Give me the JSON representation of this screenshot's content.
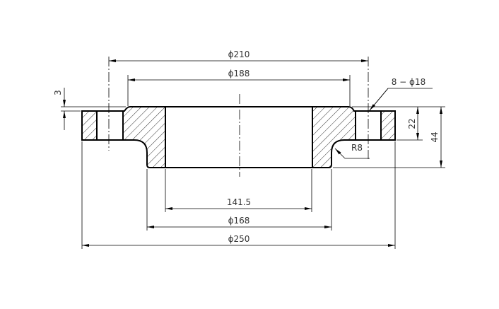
{
  "drawing": {
    "dimensions": {
      "bolt_circle": "ϕ210",
      "raised_face": "ϕ188",
      "bolt_holes": "8 − ϕ18",
      "raised_face_height": "3",
      "flange_thickness": "22",
      "total_height": "44",
      "fillet_radius": "R8",
      "bore": "141.5",
      "hub_diameter": "ϕ168",
      "outer_diameter": "ϕ250"
    }
  }
}
